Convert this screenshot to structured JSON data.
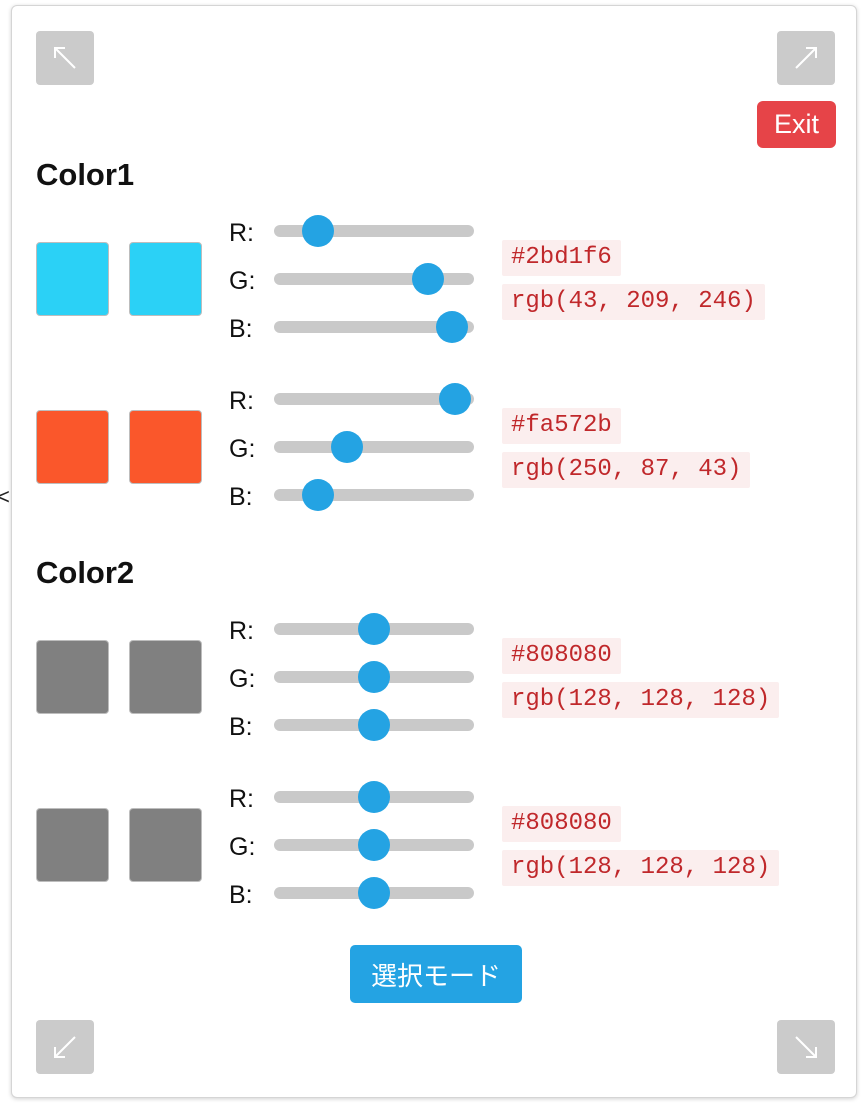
{
  "stray_text": "<",
  "exit_label": "Exit",
  "mode_button_label": "選択モード",
  "corner_buttons": [
    {
      "icon": "arrow-up-left-icon"
    },
    {
      "icon": "arrow-up-right-icon"
    },
    {
      "icon": "arrow-down-left-icon"
    },
    {
      "icon": "arrow-down-right-icon"
    }
  ],
  "colors": {
    "accent": "#24a3e3",
    "exit_button": "#e64448",
    "slider_track": "#c9c9c9",
    "code_text": "#c0282b",
    "code_background": "#fbeeee"
  },
  "channel_labels": {
    "r": "R:",
    "g": "G:",
    "b": "B:"
  },
  "sections": [
    {
      "title": "Color1",
      "rows": [
        {
          "swatch": "#2bd1f6",
          "r": 43,
          "g": 209,
          "b": 246,
          "hex": "#2bd1f6",
          "rgb": "rgb(43, 209, 246)"
        },
        {
          "swatch": "#fa572b",
          "r": 250,
          "g": 87,
          "b": 43,
          "hex": "#fa572b",
          "rgb": "rgb(250, 87, 43)"
        }
      ]
    },
    {
      "title": "Color2",
      "rows": [
        {
          "swatch": "#808080",
          "r": 128,
          "g": 128,
          "b": 128,
          "hex": "#808080",
          "rgb": "rgb(128, 128, 128)"
        },
        {
          "swatch": "#808080",
          "r": 128,
          "g": 128,
          "b": 128,
          "hex": "#808080",
          "rgb": "rgb(128, 128, 128)"
        }
      ]
    }
  ]
}
